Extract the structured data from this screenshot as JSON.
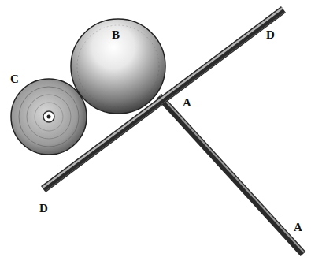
{
  "diagram": {
    "labels": [
      "C",
      "B",
      "D",
      "A",
      "D",
      "A"
    ]
  }
}
